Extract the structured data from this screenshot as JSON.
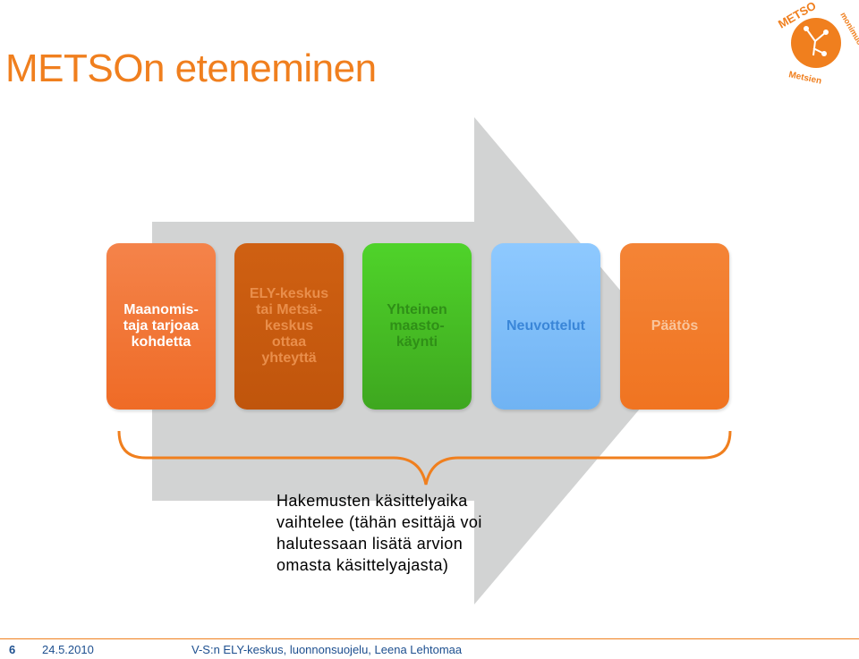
{
  "slide": {
    "title": "METSOn eteneminen"
  },
  "logo": {
    "top_text": "METSO",
    "side_text": "monimuotoisuus",
    "bottom_text": "Metsien",
    "color": "#f07f1e"
  },
  "steps": [
    {
      "label": "Maanomis-\ntaja tarjoaa\nkohdetta",
      "color": "#f07a3a"
    },
    {
      "label": "ELY-keskus\ntai Metsä-\nkeskus\nottaa\nyhteyttä",
      "color": "#c85a10"
    },
    {
      "label": "Yhteinen\nmaasto-\nkäynti",
      "color": "#46bd25"
    },
    {
      "label": "Neuvottelut",
      "color": "#80befa"
    },
    {
      "label": "Päätös",
      "color": "#f27c2a"
    }
  ],
  "caption": {
    "lines": [
      "Hakemusten käsittelyaika",
      "vaihtelee (tähän esittäjä voi",
      "halutessaan lisätä arvion",
      "omasta käsittelyajasta)"
    ]
  },
  "footer": {
    "page": "6",
    "date": "24.5.2010",
    "org": "V-S:n ELY-keskus, luonnonsuojelu, Leena Lehtomaa"
  },
  "colors": {
    "accent": "#f07f1e",
    "arrow": "#d2d3d3",
    "footer_text": "#1d4f8f"
  }
}
